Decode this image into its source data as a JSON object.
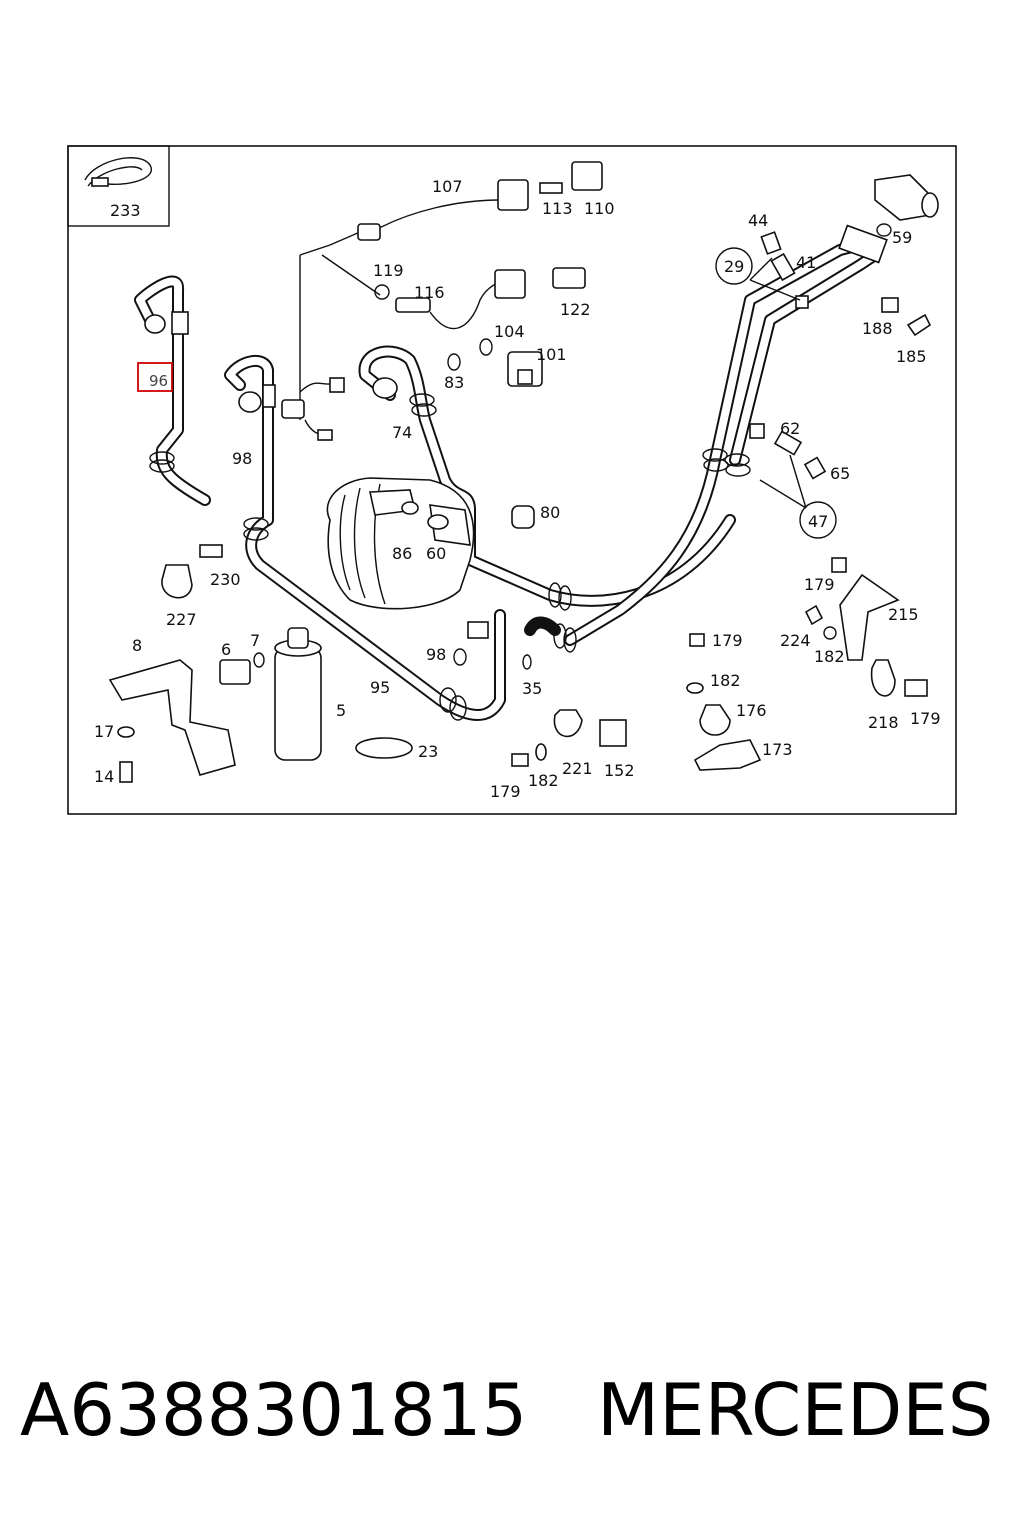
{
  "diagram": {
    "callouts": [
      "233",
      "107",
      "113",
      "110",
      "44",
      "29",
      "41",
      "59",
      "119",
      "116",
      "122",
      "188",
      "185",
      "96",
      "104",
      "101",
      "83",
      "98",
      "74",
      "62",
      "65",
      "47",
      "80",
      "86",
      "60",
      "230",
      "227",
      "179",
      "215",
      "224",
      "182",
      "8",
      "6",
      "7",
      "98",
      "35",
      "95",
      "5",
      "17",
      "176",
      "14",
      "23",
      "221",
      "152",
      "173",
      "218",
      "179",
      "182",
      "179",
      "182",
      "179"
    ],
    "highlighted": "96"
  },
  "caption": {
    "part_number": "A6388301815",
    "brand": "MERCEDES"
  }
}
